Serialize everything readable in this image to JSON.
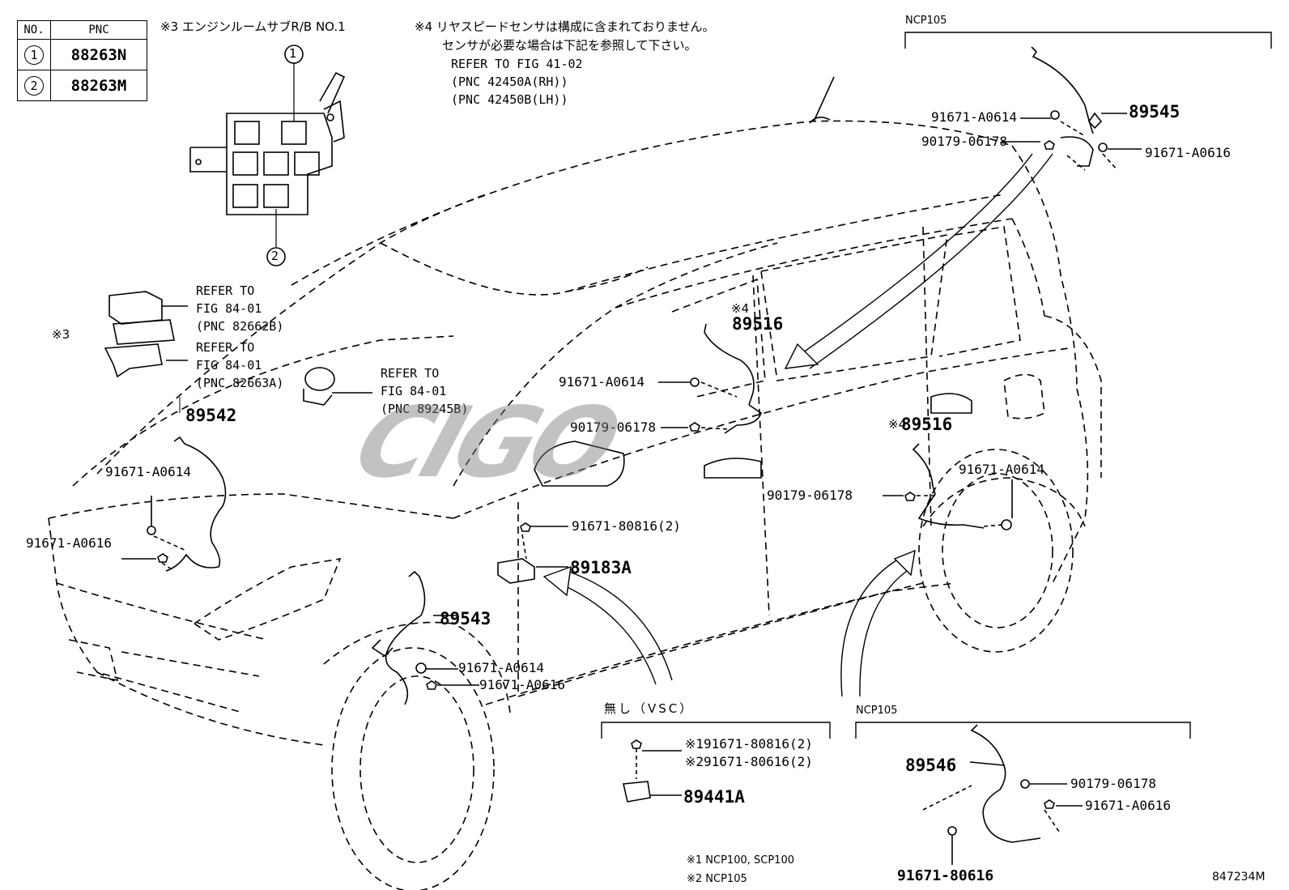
{
  "pnc_table": {
    "headers": [
      "NO.",
      "PNC"
    ],
    "rows": [
      {
        "no": "1",
        "pnc": "88263N"
      },
      {
        "no": "2",
        "pnc": "88263M"
      }
    ]
  },
  "notes": {
    "note3_engine_room": "※3 エンジンルームサブR/B NO.1",
    "note4_line1": "※4 リヤスピードセンサは構成に含まれておりません。",
    "note4_line2": "センサが必要な場合は下記を参照して下さい。",
    "note4_line3": "REFER TO FIG 41-02",
    "note4_line4": "(PNC 42450A(RH))",
    "note4_line5": "(PNC 42450B(LH))",
    "footnote1": "※1 NCP100, SCP100",
    "footnote2": "※2 NCP105"
  },
  "box_labels": {
    "ncp105_top": "NCP105",
    "ncp105_bottom": "NCP105",
    "no_vsc": "無し（VSC）",
    "callout_3": "※3",
    "callout_4a": "※4",
    "callout_4b": "※4"
  },
  "refers": {
    "r1_l1": "REFER TO",
    "r1_l2": "FIG 84-01",
    "r1_l3": "(PNC 82662B)",
    "r2_l1": "REFER TO",
    "r2_l2": "FIG 84-01",
    "r2_l3": "(PNC 82663A)",
    "r3_l1": "REFER TO",
    "r3_l2": "FIG 84-01",
    "r3_l3": "(PNC 89245B)"
  },
  "parts": {
    "p89545": "89545",
    "p91671_A0614_top": "91671-A0614",
    "p90179_06178_top": "90179-06178",
    "p91671_A0616_top": "91671-A0616",
    "p89516_a": "89516",
    "p91671_A0614_mid": "91671-A0614",
    "p90179_06178_mid": "90179-06178",
    "p89516_b": "89516",
    "p91671_A0614_rear": "91671-A0614",
    "p90179_06178_rear": "90179-06178",
    "p89542": "89542",
    "p91671_A0614_left": "91671-A0614",
    "p91671_A0616_left": "91671-A0616",
    "p91671_80816_2": "91671-80816(2)",
    "p89183A": "89183A",
    "p89543": "89543",
    "p91671_A0614_front": "91671-A0614",
    "p91671_A0616_front": "91671-A0616",
    "p_vsc_1": "※191671-80816(2)",
    "p_vsc_2": "※291671-80616(2)",
    "p89441A": "89441A",
    "p89546": "89546",
    "p90179_06178_bot": "90179-06178",
    "p91671_A0616_bot": "91671-A0616",
    "p91671_80616_bot": "91671-80616"
  },
  "drawing_id": "847234M",
  "watermark": "CIGO"
}
